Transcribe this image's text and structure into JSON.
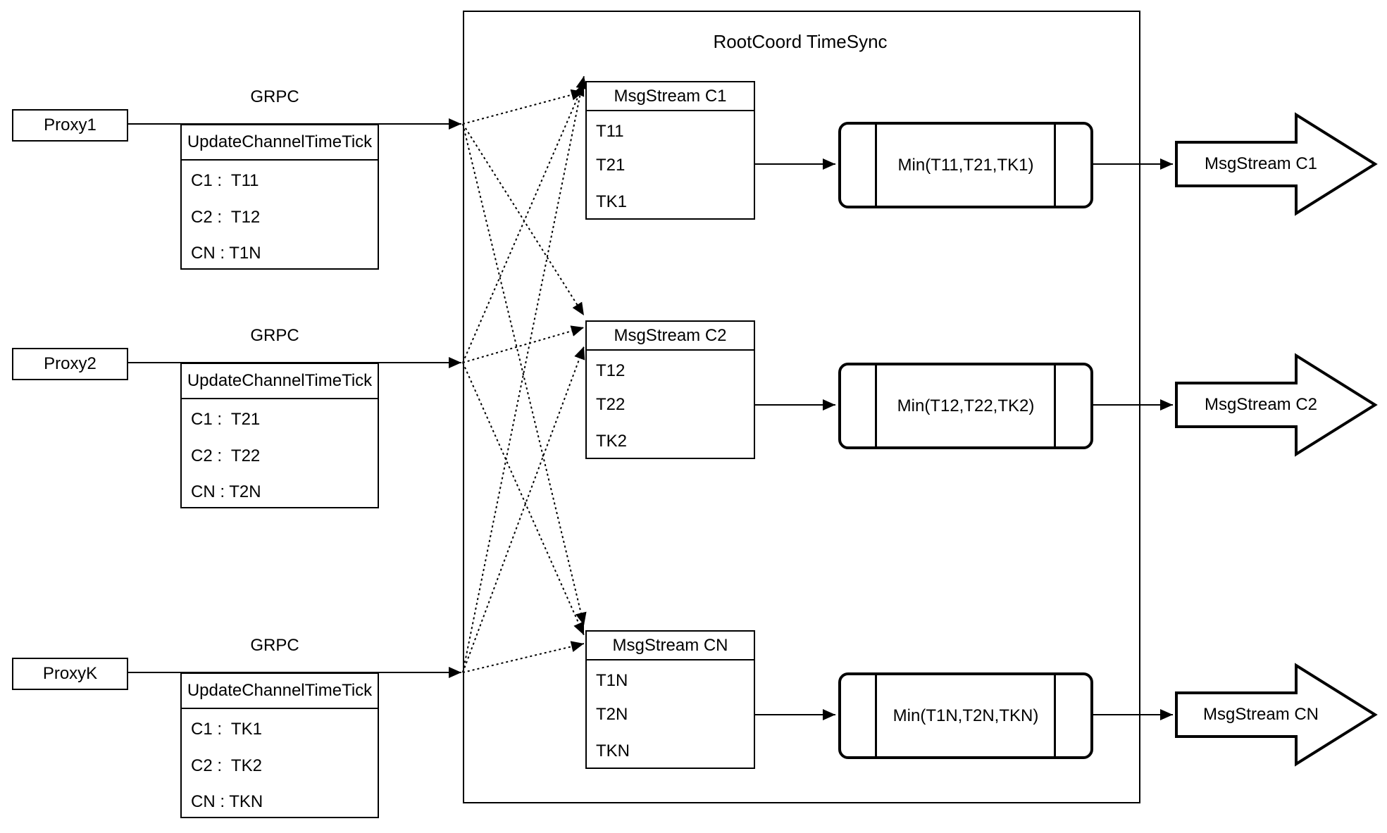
{
  "diagram": {
    "container_title": "RootCoord TimeSync",
    "proxies": [
      {
        "name": "Proxy1",
        "grpc_label": "GRPC",
        "table_header": "UpdateChannelTimeTick",
        "rows": [
          "C1 :  T11",
          "C2 :  T12",
          "CN : T1N"
        ]
      },
      {
        "name": "Proxy2",
        "grpc_label": "GRPC",
        "table_header": "UpdateChannelTimeTick",
        "rows": [
          "C1 :  T21",
          "C2 :  T22",
          "CN : T2N"
        ]
      },
      {
        "name": "ProxyK",
        "grpc_label": "GRPC",
        "table_header": "UpdateChannelTimeTick",
        "rows": [
          "C1 :  TK1",
          "C2 :  TK2",
          "CN : TKN"
        ]
      }
    ],
    "channels": [
      {
        "stream_table_header": "MsgStream C1",
        "ticks": [
          "T11",
          "T21",
          "TK1"
        ],
        "min_label": "Min(T11,T21,TK1)",
        "out_arrow_label": "MsgStream C1"
      },
      {
        "stream_table_header": "MsgStream C2",
        "ticks": [
          "T12",
          "T22",
          "TK2"
        ],
        "min_label": "Min(T12,T22,TK2)",
        "out_arrow_label": "MsgStream C2"
      },
      {
        "stream_table_header": "MsgStream CN",
        "ticks": [
          "T1N",
          "T2N",
          "TKN"
        ],
        "min_label": "Min(T1N,T2N,TKN)",
        "out_arrow_label": "MsgStream CN"
      }
    ],
    "colors": {
      "stroke": "#000000",
      "fill": "#ffffff"
    }
  }
}
